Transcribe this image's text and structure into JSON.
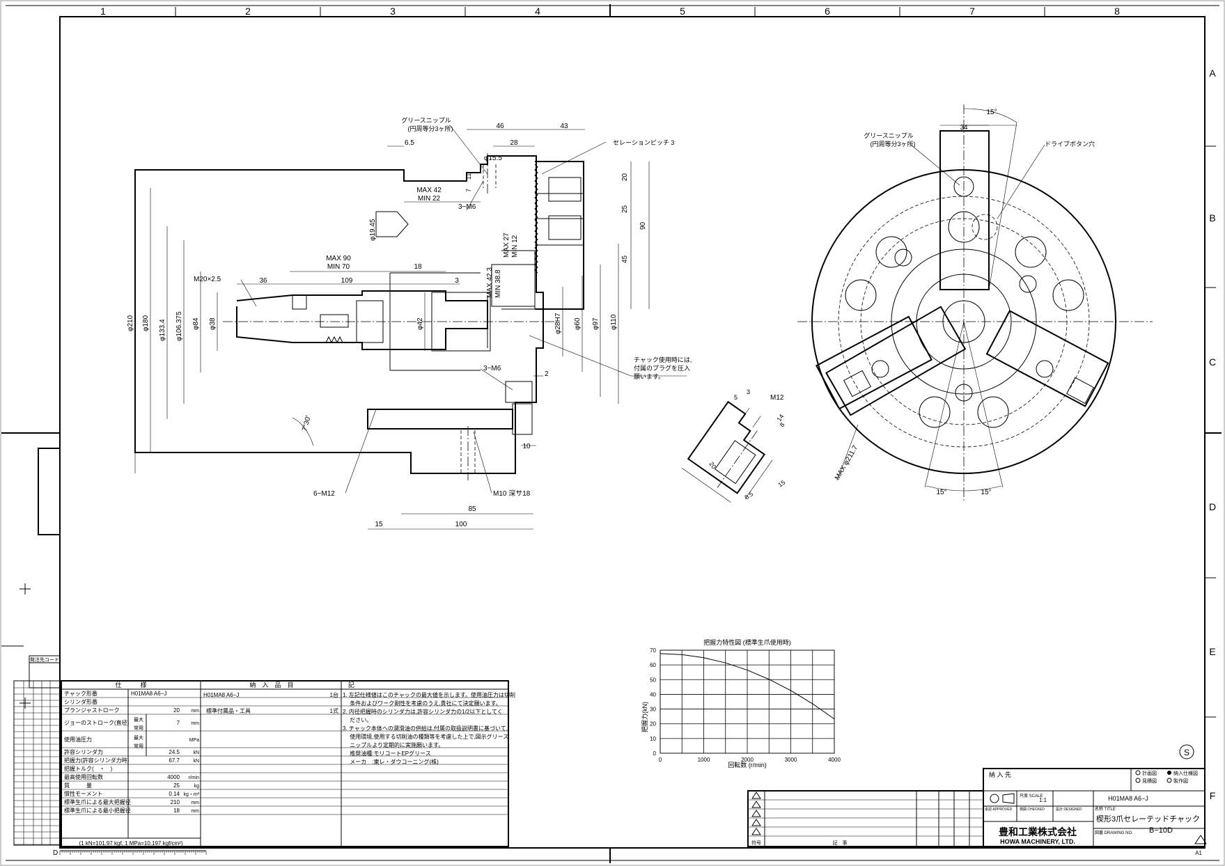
{
  "border": {
    "columns": [
      "1",
      "2",
      "3",
      "4",
      "5",
      "6",
      "7",
      "8"
    ],
    "rows": [
      "A",
      "B",
      "C",
      "D",
      "E",
      "F"
    ]
  },
  "section_view": {
    "labels": {
      "grease_nipple": "グリースニップル",
      "grease_nipple_sub": "(円周等分3ヶ所)",
      "serration_pitch": "セレーションピッチ 3",
      "plug_note_1": "チャック使用時には,",
      "plug_note_2": "付属のプラグを圧入",
      "plug_note_3": "願います。",
      "max42": "MAX 42",
      "min22": "MIN 22",
      "max90": "MAX 90",
      "min70": "MIN 70",
      "max27": "MAX 27",
      "min12": "MIN 12",
      "max423": "MAX 42.3",
      "min388": "MIN 38.8",
      "m20": "M20×2.5",
      "m6a": "3−M6",
      "m6b": "3−M6",
      "m12": "6−M12",
      "m10": "M10 深サ18",
      "angle": "7°30'"
    },
    "dims": {
      "d65": "6.5",
      "d46": "46",
      "d43": "43",
      "d28": "28",
      "d155": "φ15.5",
      "d7": "7",
      "d11": "11",
      "d1945": "φ19.45",
      "d36": "36",
      "d109": "109",
      "d18": "18",
      "d3": "3",
      "d20": "20",
      "d25": "25",
      "d45": "45",
      "d90": "90",
      "d210": "φ210",
      "d180": "φ180",
      "d1334": "φ133.4",
      "d106": "φ106.375",
      "d84": "φ84",
      "d38": "φ38",
      "d42": "φ42",
      "d28h7": "φ28H7",
      "d60": "φ60",
      "d97": "φ97",
      "d110": "φ110",
      "d2": "2",
      "d10": "10",
      "d85": "85",
      "d15": "15",
      "d100": "100"
    }
  },
  "front_view": {
    "grease_nipple": "グリースニップル",
    "grease_nipple_sub": "(円周等分3ヶ所)",
    "drive_button": "ドライブボタン穴",
    "d34": "34",
    "a15top": "15°",
    "a15l": "15°",
    "a15r": "15°",
    "max_dia": "MAX φ211.7"
  },
  "jaw_detail": {
    "m12": "M12",
    "d5": "5",
    "d3": "3",
    "d14": "14",
    "d8": "8",
    "d20": "20",
    "d85": "8.5",
    "d15": "15"
  },
  "chart_data": {
    "type": "line",
    "title": "把握力特性図 (標準生爪使用時)",
    "xlabel": "回転数 (r/min)",
    "ylabel": "把握力(kN)",
    "xlim": [
      0,
      4000
    ],
    "ylim": [
      0,
      70
    ],
    "xticks": [
      "0",
      "1000",
      "2000",
      "3000",
      "4000"
    ],
    "yticks": [
      "0",
      "10",
      "20",
      "30",
      "40",
      "50",
      "60",
      "70"
    ],
    "grid": true,
    "x": [
      0,
      500,
      1000,
      1500,
      2000,
      2500,
      3000,
      3500,
      4000
    ],
    "y": [
      67.7,
      67.0,
      64.9,
      61.4,
      56.5,
      50.2,
      42.6,
      33.6,
      23.3
    ]
  },
  "spec_table": {
    "header_spec": "仕　　　様",
    "header_items": "納　入　品　目",
    "header_notes": "記",
    "rows": [
      {
        "label": "チャック形番",
        "value": "H01MA8 A6−J",
        "unit": ""
      },
      {
        "label": "シリンダ形番",
        "value": "",
        "unit": ""
      },
      {
        "label": "プランジャストローク",
        "value": "20",
        "unit": "mm"
      },
      {
        "label": "ジョーのストローク(直径)",
        "value": "7",
        "unit": "mm"
      },
      {
        "label": "使用油圧力",
        "value": "",
        "unit": "MPa"
      },
      {
        "label": "許容シリンダ力",
        "value": "24.5",
        "unit": "kN"
      },
      {
        "label": "把握力(許容シリンダ力時)",
        "value": "67.7",
        "unit": "kN"
      },
      {
        "label": "把握トルク(　・　)",
        "value": "",
        "unit": ""
      },
      {
        "label": "最高使用回転数",
        "value": "4000",
        "unit": "r/min"
      },
      {
        "label": "質　　　量",
        "value": "25",
        "unit": "kg"
      },
      {
        "label": "慣性モーメント",
        "value": "0.14",
        "unit": "kg・m²"
      },
      {
        "label": "標準生爪による最大把握径",
        "value": "210",
        "unit": "mm"
      },
      {
        "label": "標準生爪による最小把握径",
        "value": "18",
        "unit": "mm"
      }
    ],
    "sub_max": "最大",
    "sub_normal": "常用",
    "footer_conv": "(1 kN=101.97 kgf, 1 MPa=10.197 kgf/cm²)",
    "items": [
      {
        "name": "H01MA8 A6−J",
        "qty": "1台"
      },
      {
        "name": "標準付属品・工具",
        "qty": "1式"
      }
    ],
    "notes": [
      "1. 左記仕様値はこのチャックの最大値を示します。使用油圧力は切削",
      "　 条件およびワーク剛性を考慮のうえ,貴社にて決定願います。",
      "2. 内径把握時のシリンダ力は,許容シリンダ力の1/2以下としてく",
      "　 ださい。",
      "3. チャック本体への潤滑油の供給は,付属の取扱説明書に基づいて,",
      "　 使用環境,使用する切削油の種類等を考慮した上で,図示グリース",
      "　 ニップルより定期的に実施願います。",
      "　 推奨油種:モリコートEPグリース",
      "　 メーカ　:東レ・ダウコーニング(株)"
    ]
  },
  "title_block": {
    "deliver_to": "納 入 先",
    "kind_1": "計画図",
    "kind_2": "納入仕様図",
    "kind_3": "見積図",
    "kind_4": "製作図",
    "scale_label": "尺度 SCALE",
    "scale": "1:1",
    "approved": "承認 APPROVED",
    "checked": "検図 CHECKED",
    "designed": "設計 DESIGNED",
    "name_label": "名称 TITLE",
    "model": "H01MA8 A6−J",
    "title": "楔形3爪セレーテッドチャック",
    "drawing_no_label": "図番 DRAWING NO.",
    "drawing_no": "B−10D",
    "company_jp": "豊和工業株式会社",
    "company_en": "HOWA MACHINERY, LTD.",
    "rev_header": "記　事",
    "rev_no": "符号",
    "s_mark": "S",
    "a1": "A1"
  },
  "left_column": {
    "order_code": "発注先コード"
  },
  "bottom_left_marker": "D"
}
